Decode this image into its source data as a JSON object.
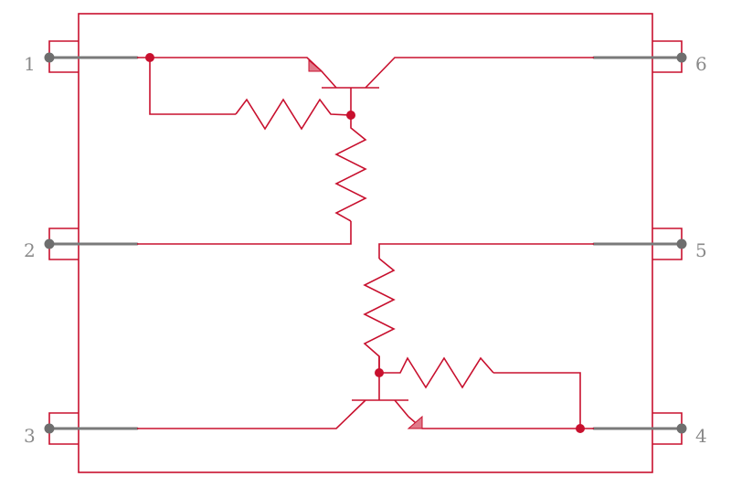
{
  "colors": {
    "body": "#c8102e",
    "wire": "#c8102e",
    "pin": "#7a7a7a",
    "dot": "#c8102e",
    "arrow": "#e07a8a",
    "label": "#8a8a8a"
  },
  "pins": [
    {
      "number": "1",
      "side": "left"
    },
    {
      "number": "2",
      "side": "left"
    },
    {
      "number": "3",
      "side": "left"
    },
    {
      "number": "4",
      "side": "right"
    },
    {
      "number": "5",
      "side": "right"
    },
    {
      "number": "6",
      "side": "right"
    }
  ],
  "components": {
    "transistors": [
      "transistor-top",
      "transistor-bottom"
    ],
    "resistors": [
      "resistor-top-base",
      "resistor-top-be",
      "resistor-bottom-be",
      "resistor-bottom-base"
    ]
  }
}
